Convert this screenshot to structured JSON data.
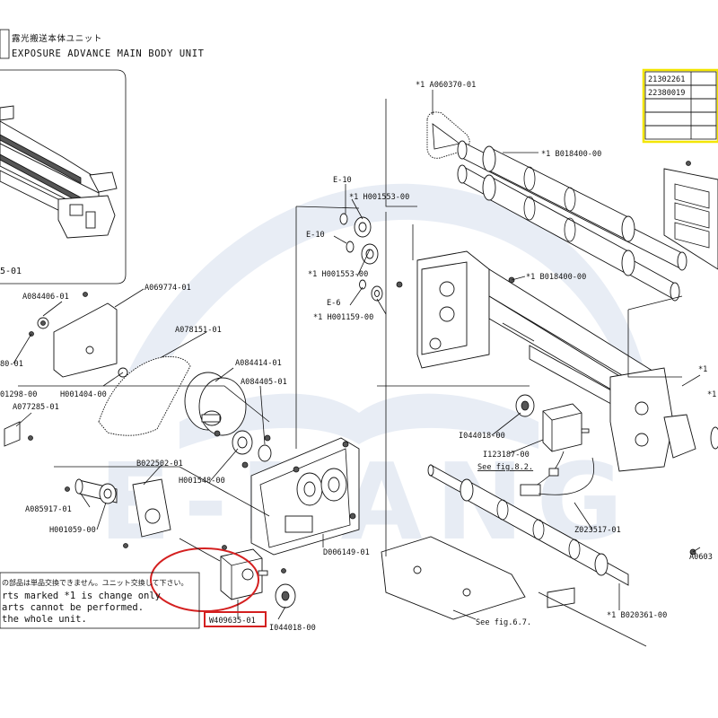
{
  "title": {
    "japanese": "露光搬送本体ユニット",
    "english": "EXPOSURE ADVANCE MAIN BODY UNIT"
  },
  "inset_label": "5-01",
  "reference_table": {
    "rows": [
      "21302261",
      "22380019",
      "",
      "",
      ""
    ]
  },
  "note": {
    "japanese": "の部品は単品交換できません。ユニット交換して下さい。",
    "line1": "rts marked *1 is change only",
    "line2": "arts cannot be performed.",
    "line3": " the whole unit."
  },
  "highlighted_part": "W409635-01",
  "watermark": "E-DANG",
  "callouts": [
    {
      "id": "c01",
      "text": "*1 A060370-01"
    },
    {
      "id": "c02",
      "text": "*1 B018400-00"
    },
    {
      "id": "c03",
      "text": "*1 B018400-00"
    },
    {
      "id": "c04",
      "text": "E-10"
    },
    {
      "id": "c05",
      "text": "*1 H001553-00"
    },
    {
      "id": "c06",
      "text": "E-10"
    },
    {
      "id": "c07",
      "text": "*1 H001553-00"
    },
    {
      "id": "c08",
      "text": "E-6"
    },
    {
      "id": "c09",
      "text": "*1 H001159-00"
    },
    {
      "id": "c10",
      "text": "A084406-01"
    },
    {
      "id": "c11",
      "text": "A069774-01"
    },
    {
      "id": "c12",
      "text": "A078151-01"
    },
    {
      "id": "c13",
      "text": "80-01"
    },
    {
      "id": "c14",
      "text": "H001404-00"
    },
    {
      "id": "c15",
      "text": "A084414-01"
    },
    {
      "id": "c16",
      "text": "A084405-01"
    },
    {
      "id": "c17",
      "text": "01298-00"
    },
    {
      "id": "c18",
      "text": "A077285-01"
    },
    {
      "id": "c19",
      "text": "B022502-01"
    },
    {
      "id": "c20",
      "text": "H001548-00"
    },
    {
      "id": "c21",
      "text": "A085917-01"
    },
    {
      "id": "c22",
      "text": "H001059-00"
    },
    {
      "id": "c23",
      "text": "D006149-01"
    },
    {
      "id": "c24",
      "text": "I044018-00"
    },
    {
      "id": "c25",
      "text": "I044018-00"
    },
    {
      "id": "c26",
      "text": "I123187-00"
    },
    {
      "id": "c27",
      "text": "See fig.8.2."
    },
    {
      "id": "c28",
      "text": "Z023517-01"
    },
    {
      "id": "c29",
      "text": "See fig.6.7."
    },
    {
      "id": "c30",
      "text": "*1 B020361-00"
    },
    {
      "id": "c31",
      "text": "A0603"
    },
    {
      "id": "c32",
      "text": "*1"
    },
    {
      "id": "c33",
      "text": "*1"
    }
  ]
}
